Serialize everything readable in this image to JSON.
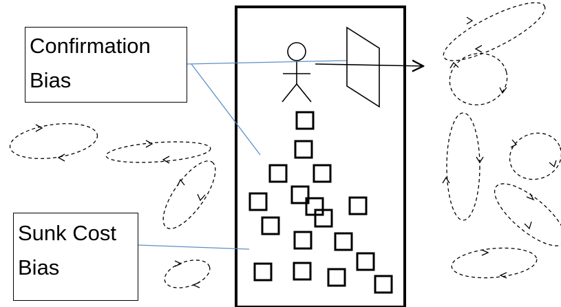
{
  "labels": {
    "confirmation_bias": {
      "line1": "Confirmation",
      "line2": "Bias"
    },
    "sunk_cost_bias": {
      "line1": "Sunk Cost",
      "line2": "Bias"
    }
  },
  "colors": {
    "connector": "#5b8fc7",
    "stroke": "#000000",
    "background": "#ffffff"
  }
}
